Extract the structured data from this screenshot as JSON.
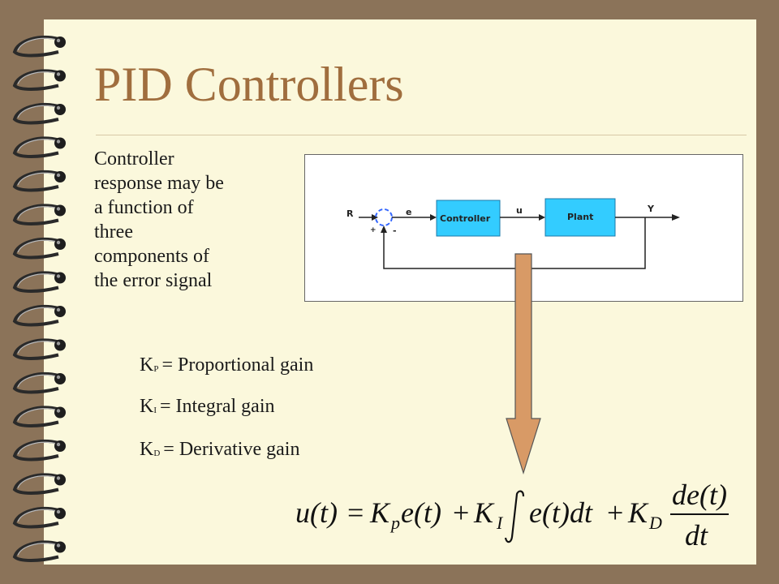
{
  "slide": {
    "title": "PID Controllers",
    "body_lines": [
      "Controller",
      "response may be",
      "a function of",
      "three",
      "components of",
      "the error signal"
    ],
    "gains": [
      {
        "symbol": "K",
        "sub": "P",
        "text": "= Proportional gain"
      },
      {
        "symbol": "K",
        "sub": "I",
        "text": "= Integral gain"
      },
      {
        "symbol": "K",
        "sub": "D",
        "text": "= Derivative gain"
      }
    ]
  },
  "diagram": {
    "input_label": "R",
    "error_label": "e",
    "controller_label": "Controller",
    "control_label": "u",
    "plant_label": "Plant",
    "output_label": "Y",
    "plus_sign": "+",
    "minus_sign": "-",
    "block_color": "#33ccff",
    "summer_color": "#3366ff"
  },
  "equation": {
    "lhs": "u(t)",
    "eq": "=",
    "kp": "K",
    "kp_sub": "p",
    "e1": "e(t)",
    "plus1": "+",
    "ki": "K",
    "ki_sub": "I",
    "integrand": "e(t)dt",
    "plus2": "+",
    "kd": "K",
    "kd_sub": "D",
    "num": "de(t)",
    "den": "dt"
  },
  "colors": {
    "background": "#8b7359",
    "page": "#fbf8dc",
    "title": "#a06e3e",
    "arrow_fill": "#d89a66"
  }
}
